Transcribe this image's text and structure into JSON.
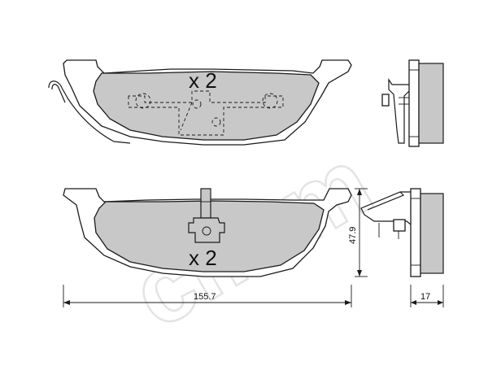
{
  "watermark": {
    "text": "cifam",
    "color": "#e4e4e4"
  },
  "colors": {
    "friction_material": "#c8c8c8",
    "line": "#1a1a1a",
    "background": "#ffffff"
  },
  "top_pad": {
    "quantity_label": "x 2"
  },
  "bottom_pad": {
    "quantity_label": "x 2"
  },
  "dimensions": {
    "length": "155.7",
    "height": "47.9",
    "thickness": "17"
  }
}
